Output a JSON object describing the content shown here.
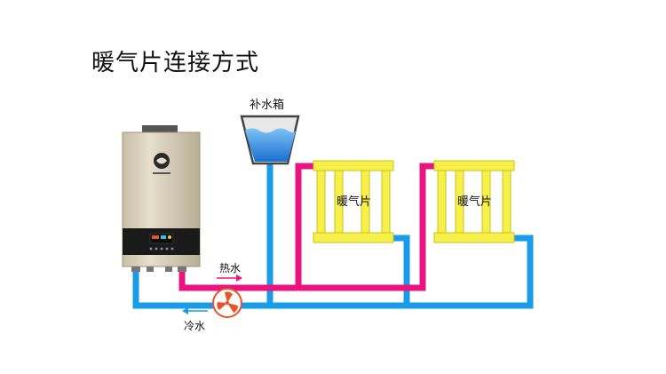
{
  "title": "暖气片连接方式",
  "labels": {
    "tank": "补水箱",
    "radiator_1": "暖气片",
    "radiator_2": "暖气片",
    "hot_water": "热水",
    "cold_water": "冷水"
  },
  "colors": {
    "hot_pipe": "#e8157f",
    "cold_pipe": "#1a9be8",
    "radiator": "#f7f04a",
    "radiator_stroke": "#c9c21a",
    "water": "#2f8fe0",
    "boiler_body": "#d9cfb8",
    "boiler_panel": "#1a1a1a",
    "pump": "#e8542a"
  }
}
